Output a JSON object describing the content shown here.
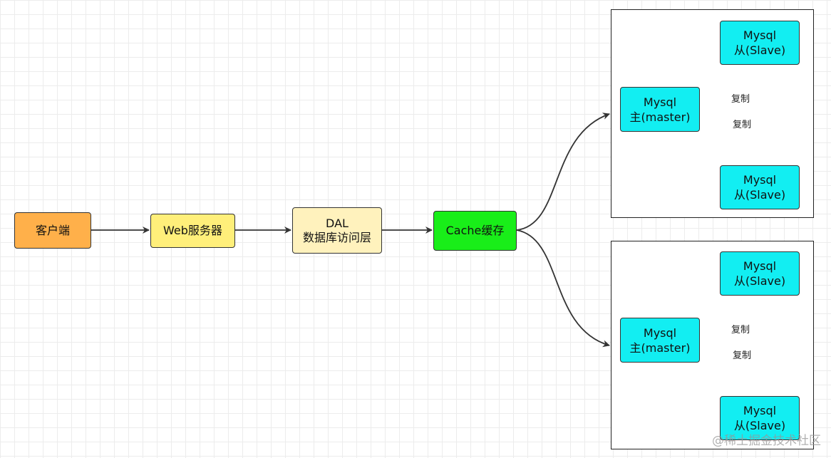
{
  "nodes": {
    "client": "客户端",
    "web": "Web服务器",
    "dal": [
      "DAL",
      "数据库访问层"
    ],
    "cache": "Cache缓存"
  },
  "groups": [
    {
      "master": [
        "Mysql",
        "主(master)"
      ],
      "slave_top": [
        "Mysql",
        "从(Slave)"
      ],
      "slave_bottom": [
        "Mysql",
        "从(Slave)"
      ],
      "edge_labels": [
        "复制",
        "复制"
      ]
    },
    {
      "master": [
        "Mysql",
        "主(master)"
      ],
      "slave_top": [
        "Mysql",
        "从(Slave)"
      ],
      "slave_bottom": [
        "Mysql",
        "从(Slave)"
      ],
      "edge_labels": [
        "复制",
        "复制"
      ]
    }
  ],
  "watermark": "@稀土掘金技术社区",
  "colors": {
    "client": "#ffb04a",
    "web": "#ffef7a",
    "dal": "#fff2bd",
    "cache": "#19ee19",
    "database": "#12eef2",
    "edge": "#333333"
  }
}
